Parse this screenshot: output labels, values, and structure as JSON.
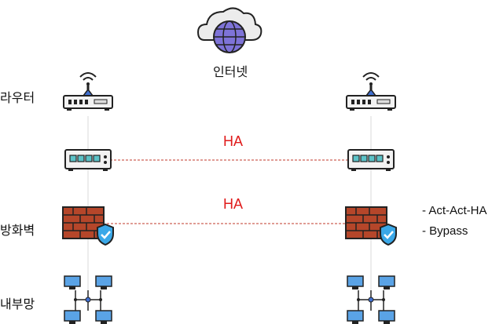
{
  "labels": {
    "internet": "인터넷",
    "router": "라우터",
    "firewall": "방화벽",
    "internal_network": "내부망"
  },
  "ha_labels": {
    "switch_link": "HA",
    "firewall_link": "HA"
  },
  "firewall_notes": [
    "- Act-Act-HA",
    "- Bypass"
  ],
  "icons": {
    "internet": "cloud-globe-icon",
    "router": "wifi-router-icon",
    "switch": "network-switch-icon",
    "firewall": "brick-firewall-shield-icon",
    "network": "computer-network-icon"
  },
  "colors": {
    "ha_text": "#e01b1b",
    "ha_line": "#c0392b",
    "brick": "#b5462a",
    "shield": "#3aa8e8",
    "globe": "#7e73d8",
    "switch_port": "#5cc2c7",
    "monitor": "#5aa3e6",
    "router_antenna": "#3f6fd1"
  }
}
